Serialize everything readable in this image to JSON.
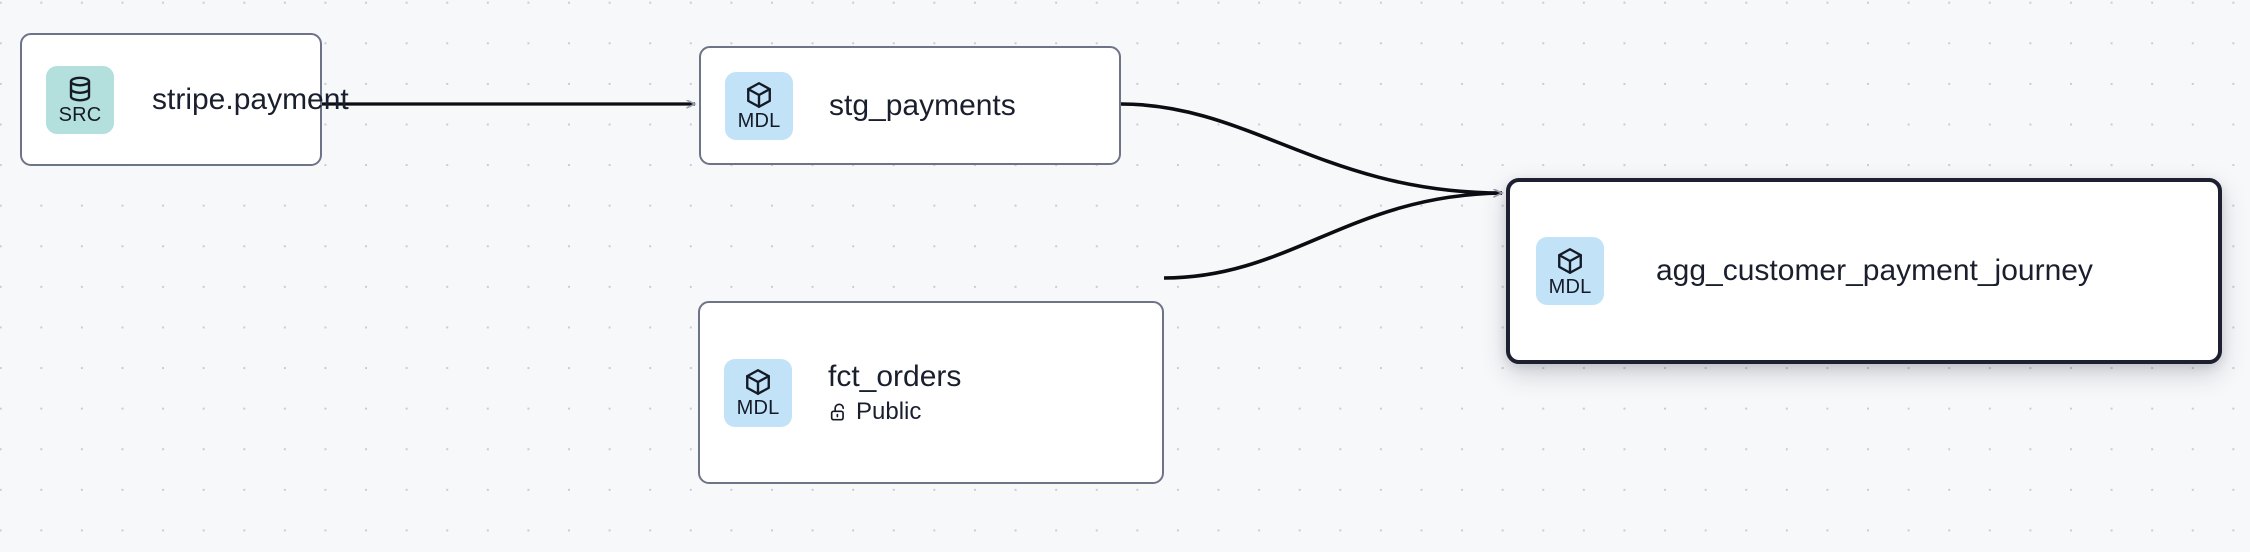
{
  "graph": {
    "background": "#f7f8fa",
    "grid_dot_color": "#c9ccd4",
    "edge_color": "#0b0d12",
    "node_border_color": "#6e7488",
    "selected_border_color": "#1c2030",
    "src_badge_color": "#b3dfdd",
    "mdl_badge_color": "#c2e2f7",
    "nodes": [
      {
        "id": "stripe-payment",
        "title": "stripe.payment",
        "badge_label": "SRC",
        "badge_icon": "database-icon",
        "badge_kind": "src",
        "subtitle": null,
        "subtitle_icon": null,
        "selected": false
      },
      {
        "id": "stg-payments",
        "title": "stg_payments",
        "badge_label": "MDL",
        "badge_icon": "cube-icon",
        "badge_kind": "mdl",
        "subtitle": null,
        "subtitle_icon": null,
        "selected": false
      },
      {
        "id": "fct-orders",
        "title": "fct_orders",
        "badge_label": "MDL",
        "badge_icon": "cube-icon",
        "badge_kind": "mdl",
        "subtitle": "Public",
        "subtitle_icon": "unlock-icon",
        "selected": false
      },
      {
        "id": "agg-customer-payment-journey",
        "title": "agg_customer_payment_journey",
        "badge_label": "MDL",
        "badge_icon": "cube-icon",
        "badge_kind": "mdl",
        "subtitle": null,
        "subtitle_icon": null,
        "selected": true
      }
    ],
    "edges": [
      {
        "id": "edge-stripe-to-stg",
        "from": "stripe-payment",
        "to": "stg-payments"
      },
      {
        "id": "edge-stg-to-agg",
        "from": "stg-payments",
        "to": "agg-customer-payment-journey"
      },
      {
        "id": "edge-fct-to-agg",
        "from": "fct-orders",
        "to": "agg-customer-payment-journey"
      }
    ]
  }
}
